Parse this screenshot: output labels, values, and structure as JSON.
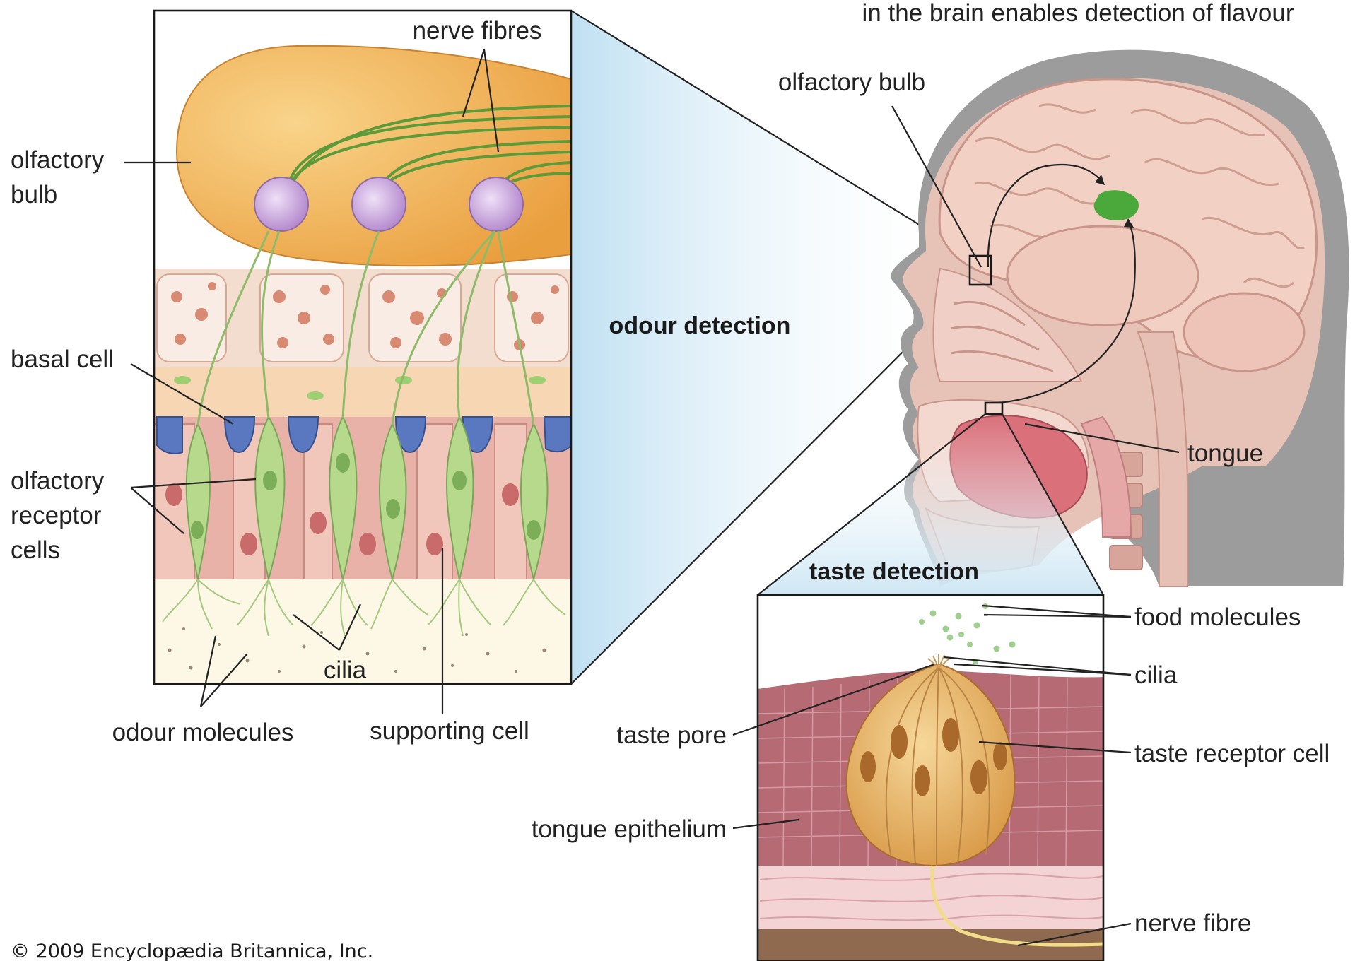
{
  "caption_top": "in the brain enables detection of flavour",
  "sections": {
    "odour": "odour detection",
    "taste": "taste detection"
  },
  "labels": {
    "nerve_fibres": "nerve fibres",
    "olfactory_bulb_left_1": "olfactory",
    "olfactory_bulb_left_2": "bulb",
    "basal_cell": "basal cell",
    "receptor_1": "olfactory",
    "receptor_2": "receptor",
    "receptor_3": "cells",
    "cilia_left": "cilia",
    "odour_molecules": "odour molecules",
    "supporting_cell": "supporting cell",
    "olfactory_bulb_head": "olfactory bulb",
    "tongue": "tongue",
    "food_molecules": "food molecules",
    "cilia_right": "cilia",
    "taste_pore": "taste pore",
    "taste_receptor_cell": "taste receptor cell",
    "tongue_epithelium": "tongue epithelium",
    "nerve_fibre": "nerve fibre"
  },
  "copyright": "© 2009 Encyclopædia Britannica, Inc.",
  "colors": {
    "bulb": "#f2b65a",
    "neuron": "#c9a6dc",
    "receptor": "#b6d98c",
    "basal": "#5a78c0",
    "bone": "#e8b6a6",
    "epithelium": "#c9787c",
    "tongue": "#d9707a",
    "brain": "#f2d2c8",
    "head": "#9a9a9a",
    "highlight": "#4ba83a",
    "zoom_fill": "#cfe7f4"
  }
}
